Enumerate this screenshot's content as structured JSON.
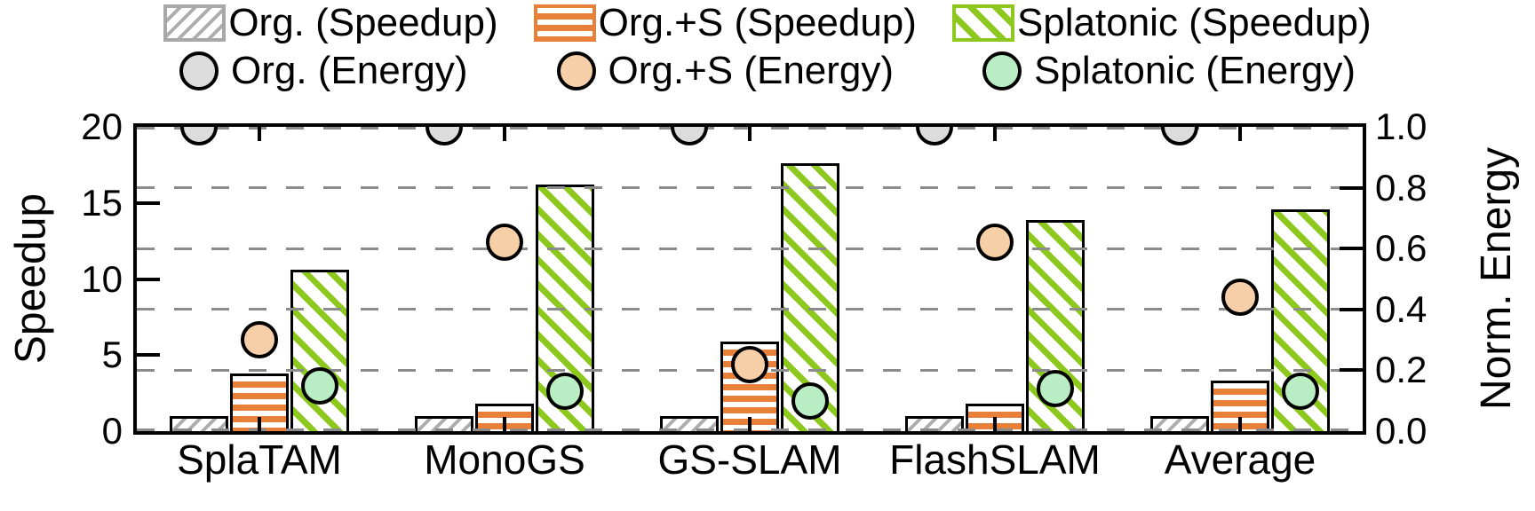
{
  "chart_data": {
    "type": "bar",
    "subtype": "grouped-bars-with-point-overlay-dual-axis",
    "categories": [
      "SplaTAM",
      "MonoGS",
      "GS-SLAM",
      "FlashSLAM",
      "Average"
    ],
    "bar_series": [
      {
        "name": "Org. (Speedup)",
        "axis": "left",
        "hatch": "diagonal-forward",
        "values": [
          1.0,
          1.0,
          1.0,
          1.0,
          1.0
        ]
      },
      {
        "name": "Org.+S (Speedup)",
        "axis": "left",
        "hatch": "horizontal",
        "values": [
          3.8,
          1.8,
          5.9,
          1.8,
          3.3
        ]
      },
      {
        "name": "Splatonic (Speedup)",
        "axis": "left",
        "hatch": "diagonal-back",
        "values": [
          10.6,
          16.2,
          17.6,
          13.9,
          14.6
        ]
      }
    ],
    "point_series": [
      {
        "name": "Org. (Energy)",
        "axis": "right",
        "values": [
          1.0,
          1.0,
          1.0,
          1.0,
          1.0
        ]
      },
      {
        "name": "Org.+S (Energy)",
        "axis": "right",
        "values": [
          0.3,
          0.62,
          0.22,
          0.62,
          0.44
        ]
      },
      {
        "name": "Splatonic (Energy)",
        "axis": "right",
        "values": [
          0.15,
          0.13,
          0.1,
          0.14,
          0.13
        ]
      }
    ],
    "left_axis": {
      "label": "Speedup",
      "ticks": [
        "0",
        "5",
        "10",
        "15",
        "20"
      ],
      "range": [
        0,
        20
      ]
    },
    "right_axis": {
      "label": "Norm. Energy",
      "ticks": [
        "0.0",
        "0.2",
        "0.4",
        "0.6",
        "0.8",
        "1.0"
      ],
      "range": [
        0,
        1
      ]
    },
    "grid": {
      "right_levels": [
        0,
        0.2,
        0.4,
        0.6,
        0.8,
        1.0
      ],
      "style": "dashed",
      "drawn_above_bars": true
    },
    "legend_position": "top",
    "colors": {
      "org_hatch": "#ADADAD",
      "org_swatch_edge": "#A8A8A8",
      "org_s": "#E8803A",
      "splatonic": "#8DC81E",
      "bar_edge": "#000000",
      "point_org": "#DCDCDC",
      "point_org_s": "#F6CEA8",
      "point_splatonic": "#B9EEC4",
      "point_edge": "#000000",
      "grid": "#8C8C8C"
    }
  }
}
